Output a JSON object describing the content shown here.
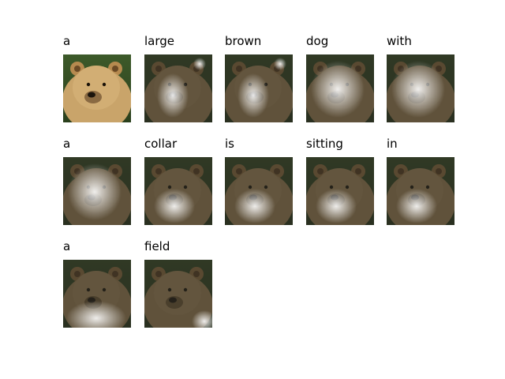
{
  "caption_words": [
    {
      "word": "a",
      "attention": "original"
    },
    {
      "word": "large",
      "attention": "center-bright-patch"
    },
    {
      "word": "brown",
      "attention": "center-bright-patch"
    },
    {
      "word": "dog",
      "attention": "face-bright"
    },
    {
      "word": "with",
      "attention": "face-bright"
    },
    {
      "word": "a",
      "attention": "face-bright"
    },
    {
      "word": "collar",
      "attention": "chest-bright"
    },
    {
      "word": "is",
      "attention": "chest-bright"
    },
    {
      "word": "sitting",
      "attention": "chest-bright"
    },
    {
      "word": "in",
      "attention": "chest-bright"
    },
    {
      "word": "a",
      "attention": "bottom-bright"
    },
    {
      "word": "field",
      "attention": "bottom-right-bright"
    }
  ],
  "colors": {
    "background": "#ffffff",
    "fur": "#c9a46a",
    "forest": "#2f4a22"
  }
}
